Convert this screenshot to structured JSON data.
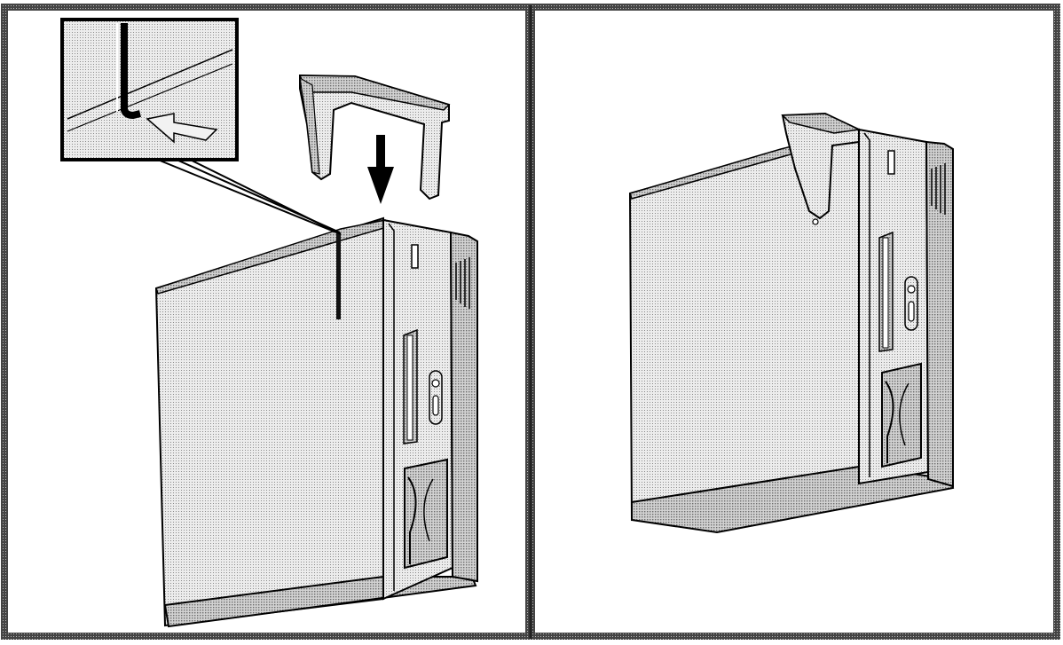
{
  "figure": {
    "panels": [
      {
        "id": "left",
        "step": "attach-stand"
      },
      {
        "id": "right",
        "step": "stand-attached"
      }
    ],
    "colors": {
      "outline": "#000000",
      "surface": "#e6e6e6",
      "surface_side": "#d6d6d6",
      "surface_dark": "#bdbdbd",
      "slot": "#111111",
      "background": "#ffffff"
    },
    "icons": [
      "down-arrow-icon",
      "pointer-arrow-icon",
      "magnifier-callout"
    ]
  }
}
